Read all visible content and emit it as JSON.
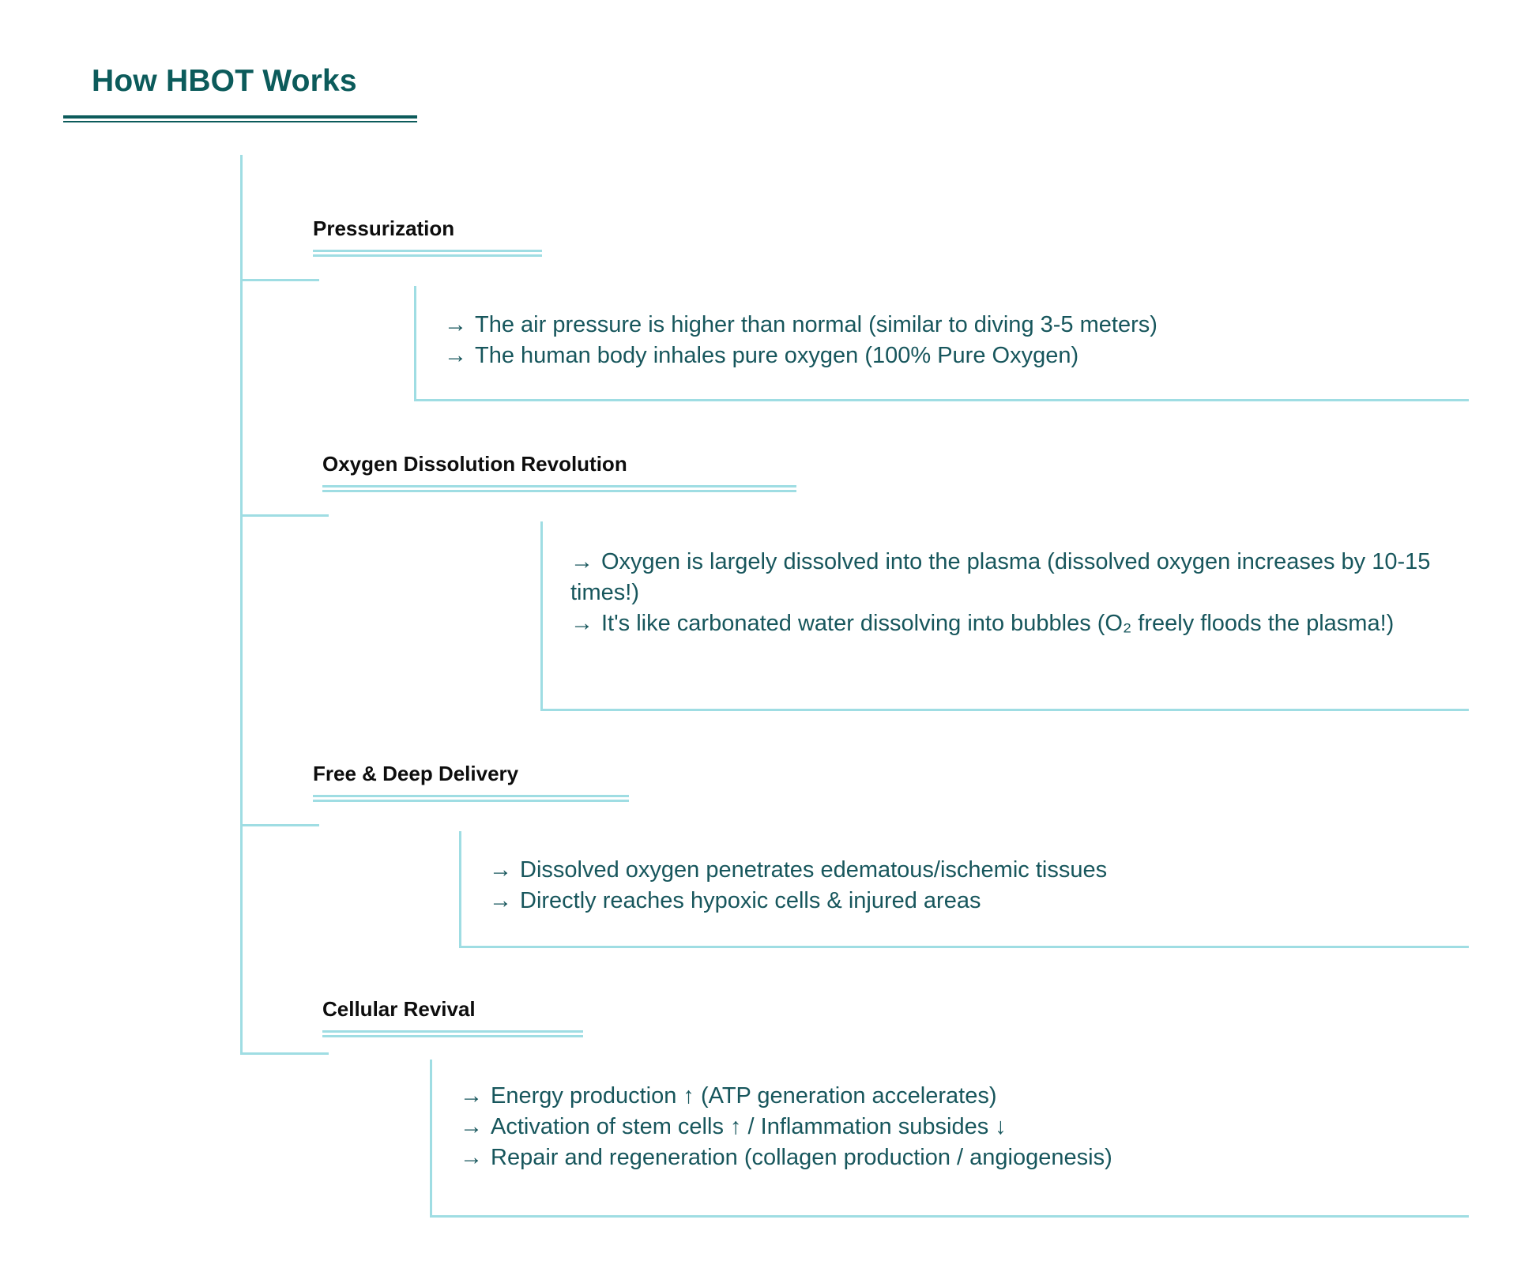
{
  "title": "How HBOT Works",
  "colors": {
    "title_teal": "#0c5b5b",
    "body_teal": "#17565c",
    "line_light_teal": "#9fdde3",
    "header_black": "#0d0d0d",
    "background": "#ffffff"
  },
  "arrow_glyph": "→",
  "sections": [
    {
      "heading": "Pressurization",
      "bullets": [
        "The air pressure is higher than normal (similar to diving 3-5 meters)",
        "The human body inhales pure oxygen (100% Pure Oxygen)"
      ]
    },
    {
      "heading": "Oxygen Dissolution Revolution",
      "bullets": [
        "Oxygen is largely dissolved into the plasma (dissolved oxygen increases by 10-15 times!)",
        "It's like carbonated water dissolving into bubbles (O₂ freely floods the plasma!)"
      ]
    },
    {
      "heading": "Free & Deep Delivery",
      "bullets": [
        "Dissolved oxygen penetrates edematous/ischemic tissues",
        "Directly reaches hypoxic cells & injured areas"
      ]
    },
    {
      "heading": "Cellular Revival",
      "bullets": [
        "Energy production ↑ (ATP generation accelerates)",
        "Activation of stem cells ↑ / Inflammation subsides ↓",
        "Repair and regeneration (collagen production / angiogenesis)"
      ]
    }
  ]
}
